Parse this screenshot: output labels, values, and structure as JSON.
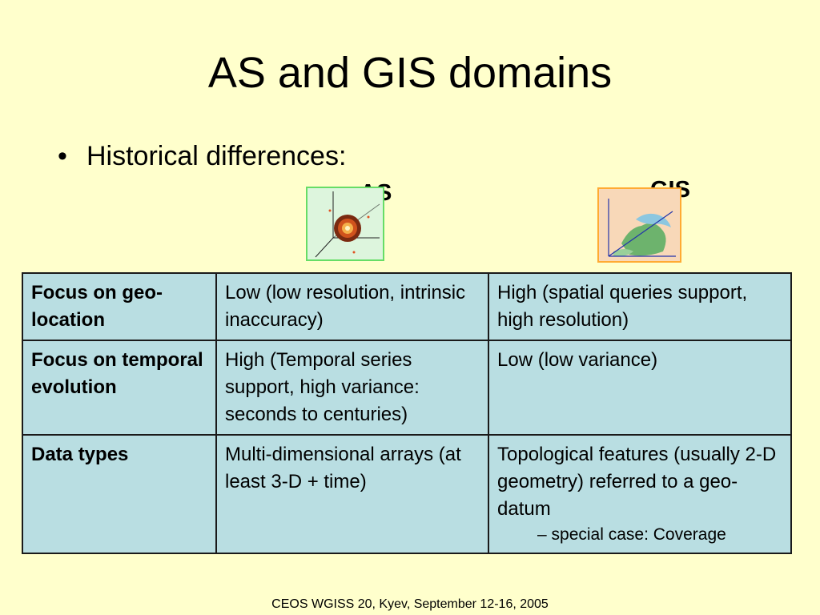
{
  "slide": {
    "title": "AS and GIS domains",
    "bullet": "Historical differences:",
    "bullet_glyph": "•",
    "footer": "CEOS WGISS 20, Kyev, September 12-16, 2005"
  },
  "images": {
    "as_label": "AS",
    "gis_label": "GIS"
  },
  "table": {
    "rows": [
      {
        "header": "Focus on geo-location",
        "as": "Low (low resolution, intrinsic inaccuracy)",
        "gis": "High (spatial queries support, high resolution)"
      },
      {
        "header": "Focus on temporal evolution",
        "as": "High (Temporal series support, high variance: seconds to centuries)",
        "gis": "Low (low variance)"
      },
      {
        "header": "Data types",
        "as": "Multi-dimensional arrays (at least 3-D + time)",
        "gis": "Topological features (usually 2-D geometry) referred to a geo-datum",
        "gis_sub": "– special case: Coverage"
      }
    ]
  },
  "colors": {
    "background": "#ffffcc",
    "table_fill": "#b9dee2",
    "as_frame": "#66dd66",
    "gis_frame": "#ffaa33"
  }
}
